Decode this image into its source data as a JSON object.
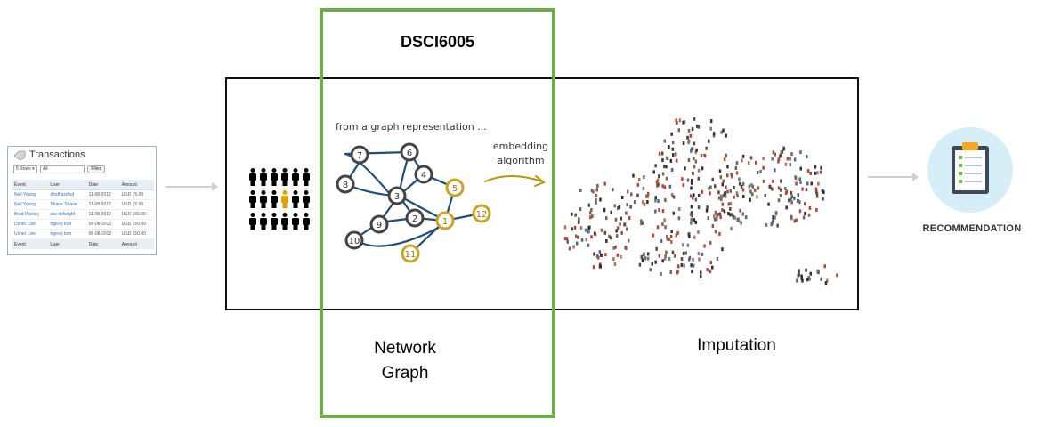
{
  "transactions": {
    "title": "Transactions",
    "rows_selector": "5 Rows",
    "filter_selector": "All",
    "filter_button": "Filter",
    "columns": [
      "Event",
      "User",
      "Date",
      "Amount"
    ],
    "rows": [
      [
        "Neil Young",
        "dfsdf asdfsd",
        "11-08-2012",
        "USD 75.00"
      ],
      [
        "Neil Young",
        "Shane Shane",
        "11-08-2012",
        "USD 75.00"
      ],
      [
        "Brad Paisley",
        "zxc dsfsdgfd",
        "11-08-2012",
        "USD 200.00"
      ],
      [
        "Usher Live",
        "trgeorj tom",
        "06-08-2012",
        "USD 150.00"
      ],
      [
        "Usher Live",
        "trgeorj tom",
        "06-08-2012",
        "USD 150.00"
      ]
    ],
    "footer": [
      "Event",
      "User",
      "Date",
      "Amount"
    ]
  },
  "course_label": "DSCI6005",
  "graph_caption": "from a graph representation ...",
  "embedding_caption": [
    "embedding",
    "algorithm"
  ],
  "graph_nodes": [
    "7",
    "6",
    "8",
    "4",
    "5",
    "3",
    "9",
    "2",
    "1",
    "12",
    "10",
    "11"
  ],
  "network_label": [
    "Network",
    "Graph"
  ],
  "imputation_label": "Imputation",
  "recommendation_label": "RECOMMENDATION",
  "colors": {
    "highlight_frame": "#70ad47",
    "graph_edge": "#1f4e79",
    "gold_node": "#c9a227",
    "dark_node": "#444444",
    "highlight_person": "#e0a100",
    "reco_circle": "#d6eef8"
  },
  "icons": [
    "tag-icon",
    "people-icon",
    "embedding-arrow-icon",
    "clipboard-checklist-icon",
    "flow-arrow-icon"
  ]
}
